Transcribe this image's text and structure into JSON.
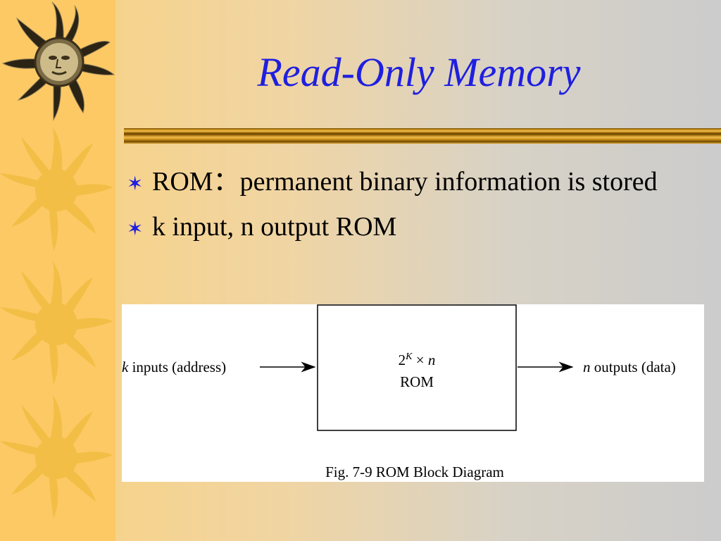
{
  "slide": {
    "title": "Read-Only Memory",
    "bullets": [
      {
        "text": " ROM：permanent binary information is stored"
      },
      {
        "text": "k input, n output ROM"
      }
    ]
  },
  "diagram": {
    "input_label": {
      "var": "k",
      "text": " inputs (address)"
    },
    "output_label": {
      "var": "n",
      "text": " outputs (data)"
    },
    "block": {
      "size_base": "2",
      "size_exp": "K",
      "size_op": " × ",
      "size_var": "n",
      "name": "ROM"
    },
    "caption": "Fig. 7-9  ROM Block Diagram"
  },
  "icons": {
    "sidebar": [
      "sun-face-icon",
      "sun-icon",
      "sun-icon",
      "sun-icon"
    ],
    "bullet": "star-bullet-icon"
  },
  "colors": {
    "sidebar": "#fcc965",
    "title": "#1f1fe0",
    "bullet": "#1f1fe0",
    "rule": "#c98c14"
  }
}
